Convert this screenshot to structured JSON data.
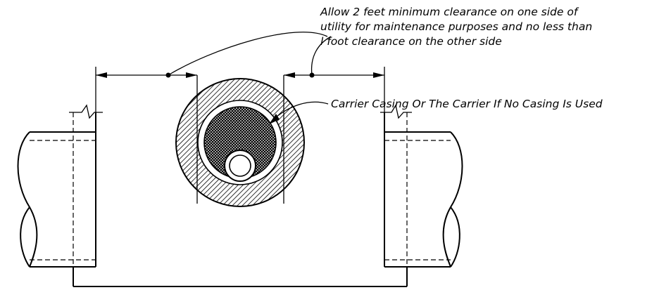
{
  "notes": {
    "clearance_line_1": "Allow 2 feet minimum clearance on one side of",
    "clearance_line_2": "utility for maintenance purposes and no less than",
    "clearance_line_3": "l foot clearance on the other side",
    "carrier_casing": "Carrier Casing Or The Carrier If No Casing Is Used"
  }
}
